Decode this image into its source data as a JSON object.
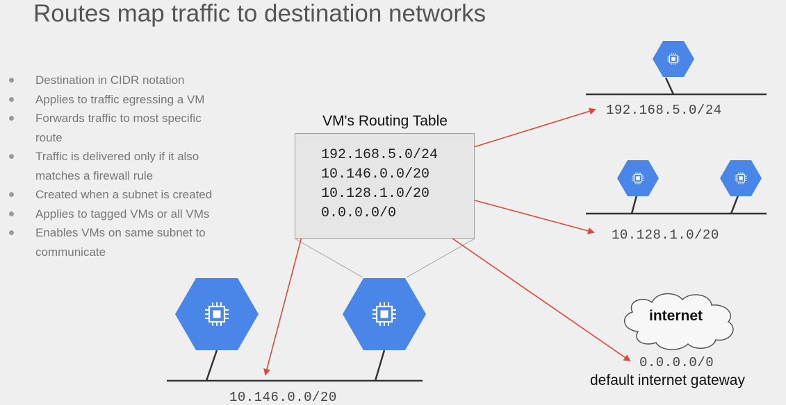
{
  "title": "Routes map traffic to destination networks",
  "bullets": [
    "Destination in CIDR notation",
    "Applies to traffic egressing a VM",
    "Forwards traffic to most specific",
    "route",
    "Traffic is delivered only if it also",
    "matches a firewall rule",
    "Created when a subnet is created",
    "Applies to tagged VMs or all VMs",
    "Enables VMs on same subnet to",
    "communicate"
  ],
  "routing_table": {
    "title": "VM's Routing Table",
    "rows": [
      "192.168.5.0/24",
      "10.146.0.0/20",
      "10.128.1.0/20",
      "0.0.0.0/0"
    ]
  },
  "networks": {
    "top_right": "192.168.5.0/24",
    "middle_right": "10.128.1.0/20",
    "bottom_left": "10.146.0.0/20",
    "gateway_cidr": "0.0.0.0/0",
    "gateway_label": "default internet gateway",
    "internet_label": "internet"
  },
  "colors": {
    "vm_blue": "#4a86e8",
    "arrow_red": "#e0463a"
  },
  "icons": [
    "compute-engine-vm-icon",
    "cloud-icon"
  ]
}
